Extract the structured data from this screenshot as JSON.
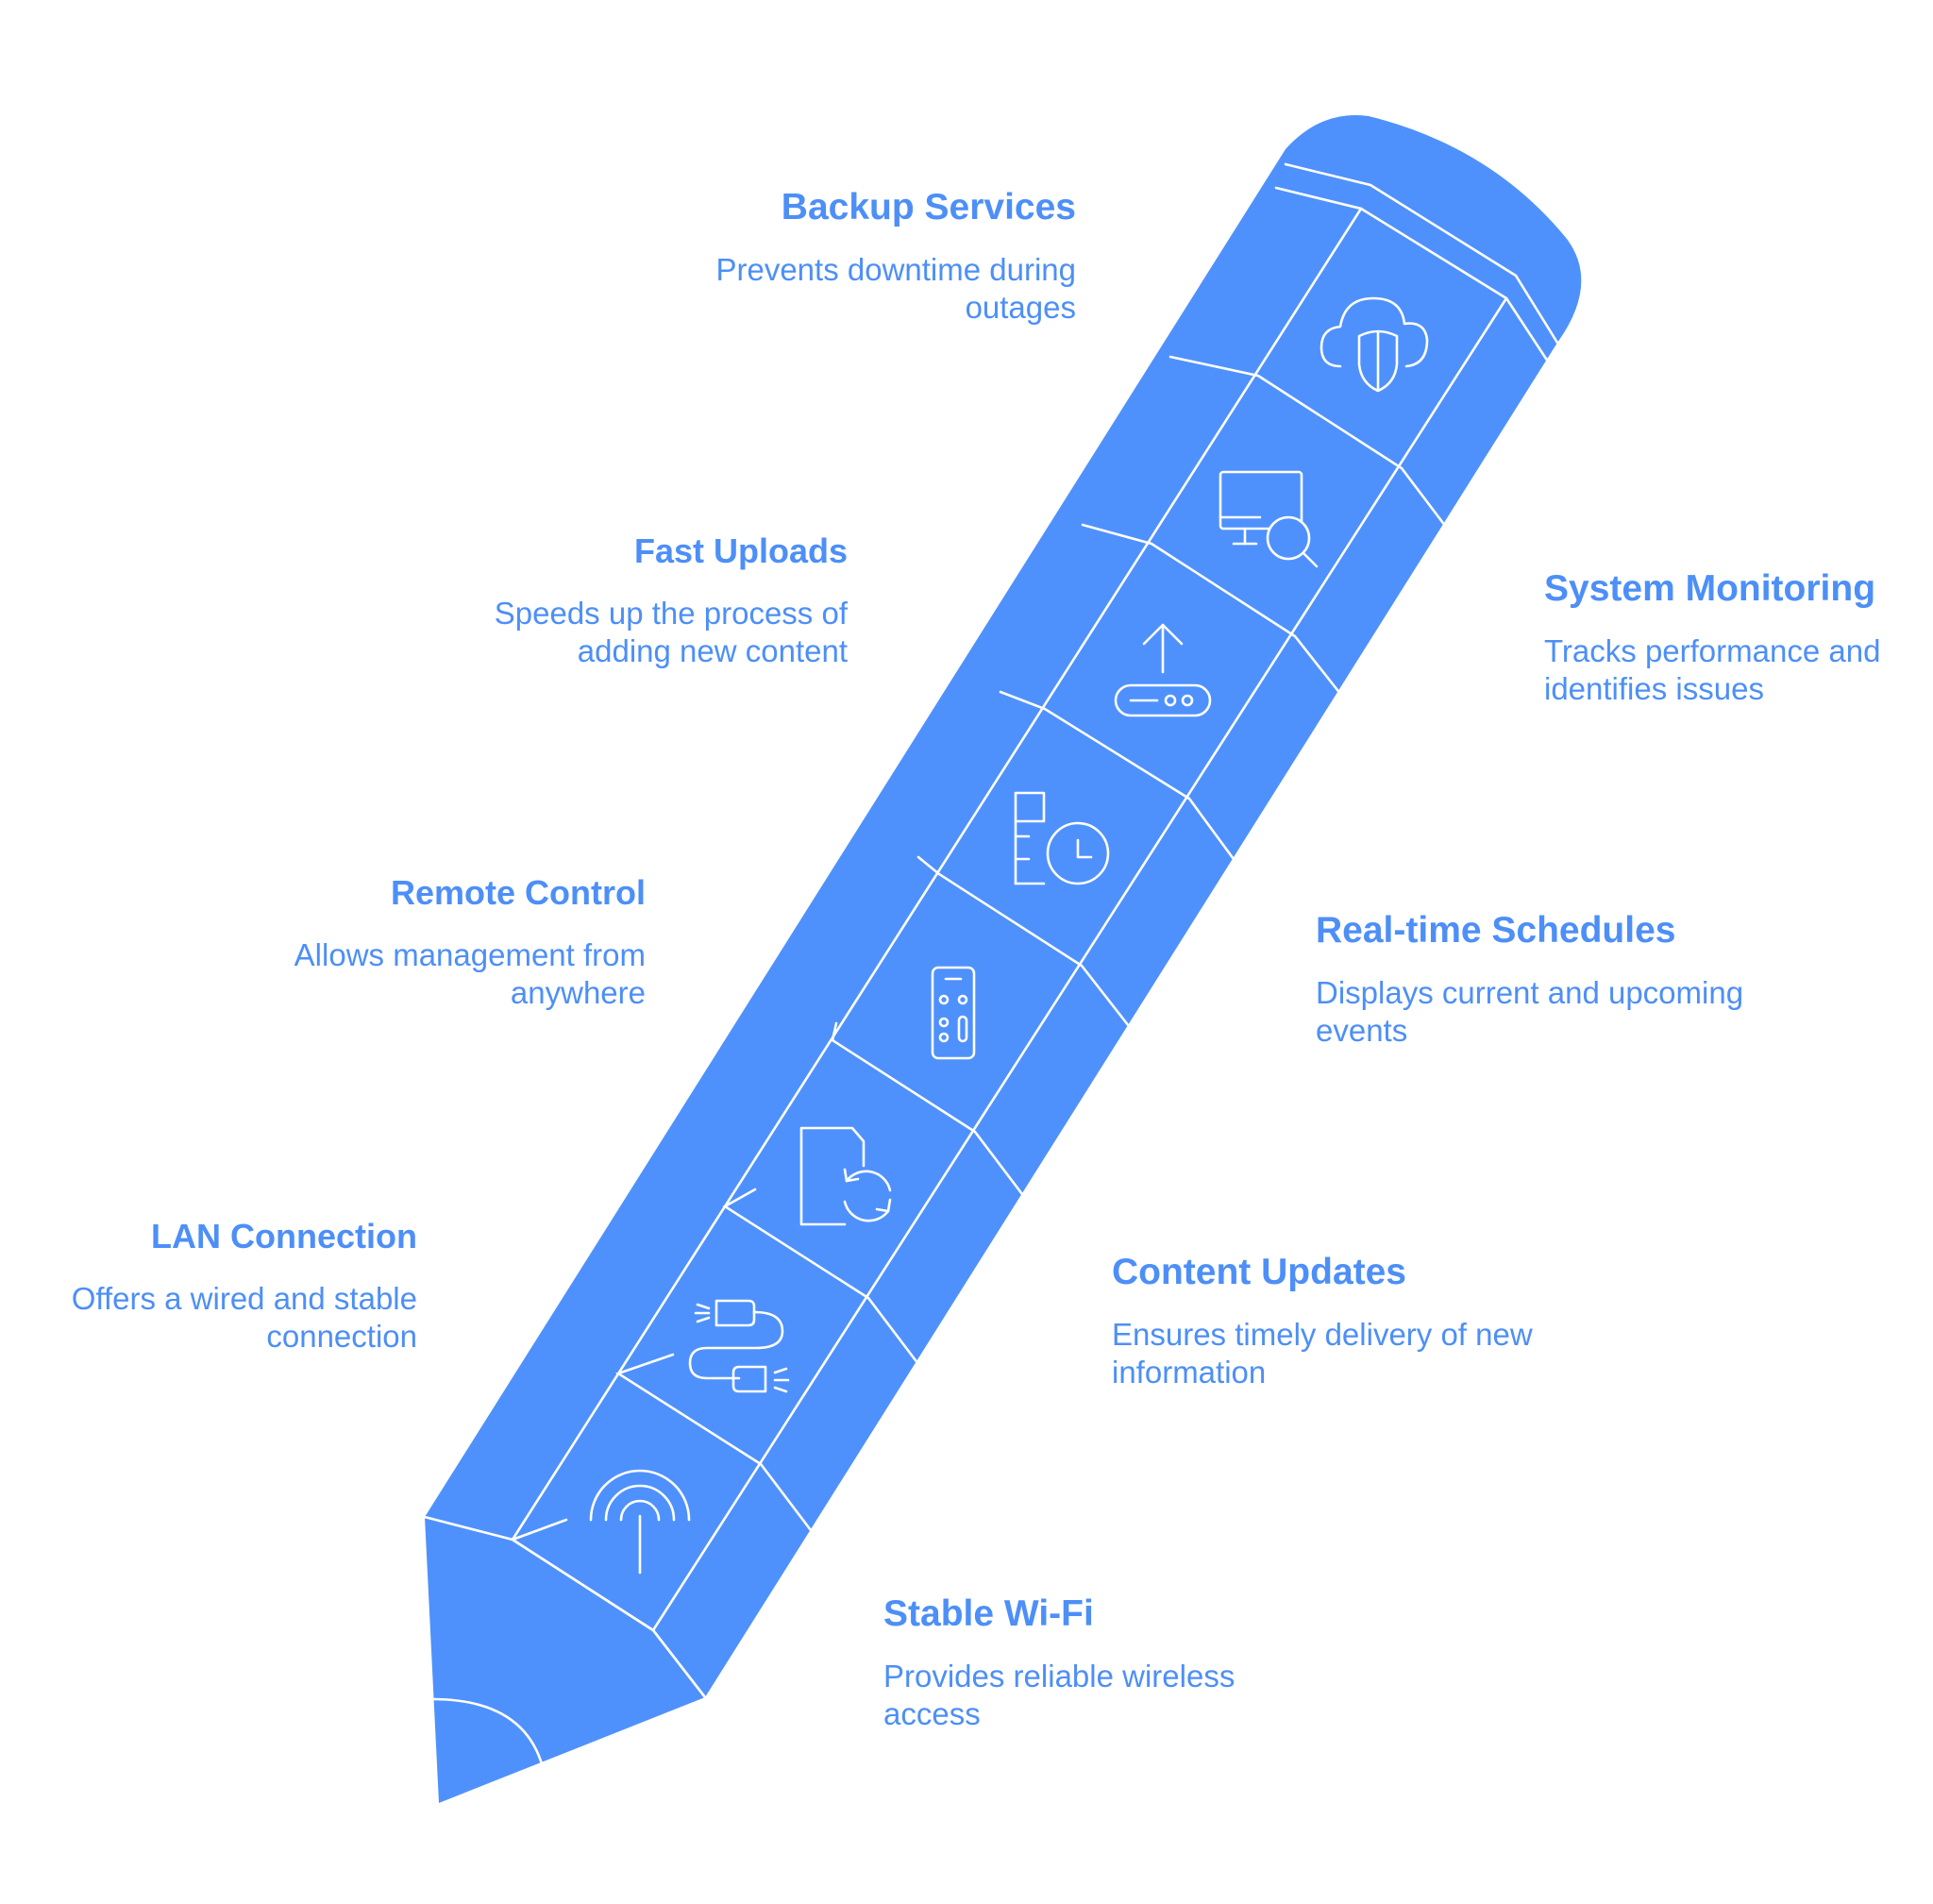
{
  "colors": {
    "accent": "#4d8ff7",
    "line": "#ffffff",
    "background": "#ffffff"
  },
  "items": [
    {
      "title": "Backup Services",
      "description": "Prevents downtime during outages",
      "icon": "cloud-shield-icon",
      "side": "left"
    },
    {
      "title": "System Monitoring",
      "description": "Tracks performance and identifies issues",
      "icon": "monitor-search-icon",
      "side": "right"
    },
    {
      "title": "Fast Uploads",
      "description": "Speeds up the process of adding new content",
      "icon": "upload-device-icon",
      "side": "left"
    },
    {
      "title": "Real-time Schedules",
      "description": "Displays current and upcoming events",
      "icon": "schedule-clock-icon",
      "side": "right"
    },
    {
      "title": "Remote Control",
      "description": "Allows management from anywhere",
      "icon": "remote-control-icon",
      "side": "left"
    },
    {
      "title": "Content Updates",
      "description": "Ensures timely delivery of new information",
      "icon": "file-refresh-icon",
      "side": "right"
    },
    {
      "title": "LAN Connection",
      "description": "Offers a wired and stable connection",
      "icon": "cable-plug-icon",
      "side": "left"
    },
    {
      "title": "Stable Wi-Fi",
      "description": "Provides reliable wireless access",
      "icon": "wifi-signal-icon",
      "side": "right"
    }
  ]
}
